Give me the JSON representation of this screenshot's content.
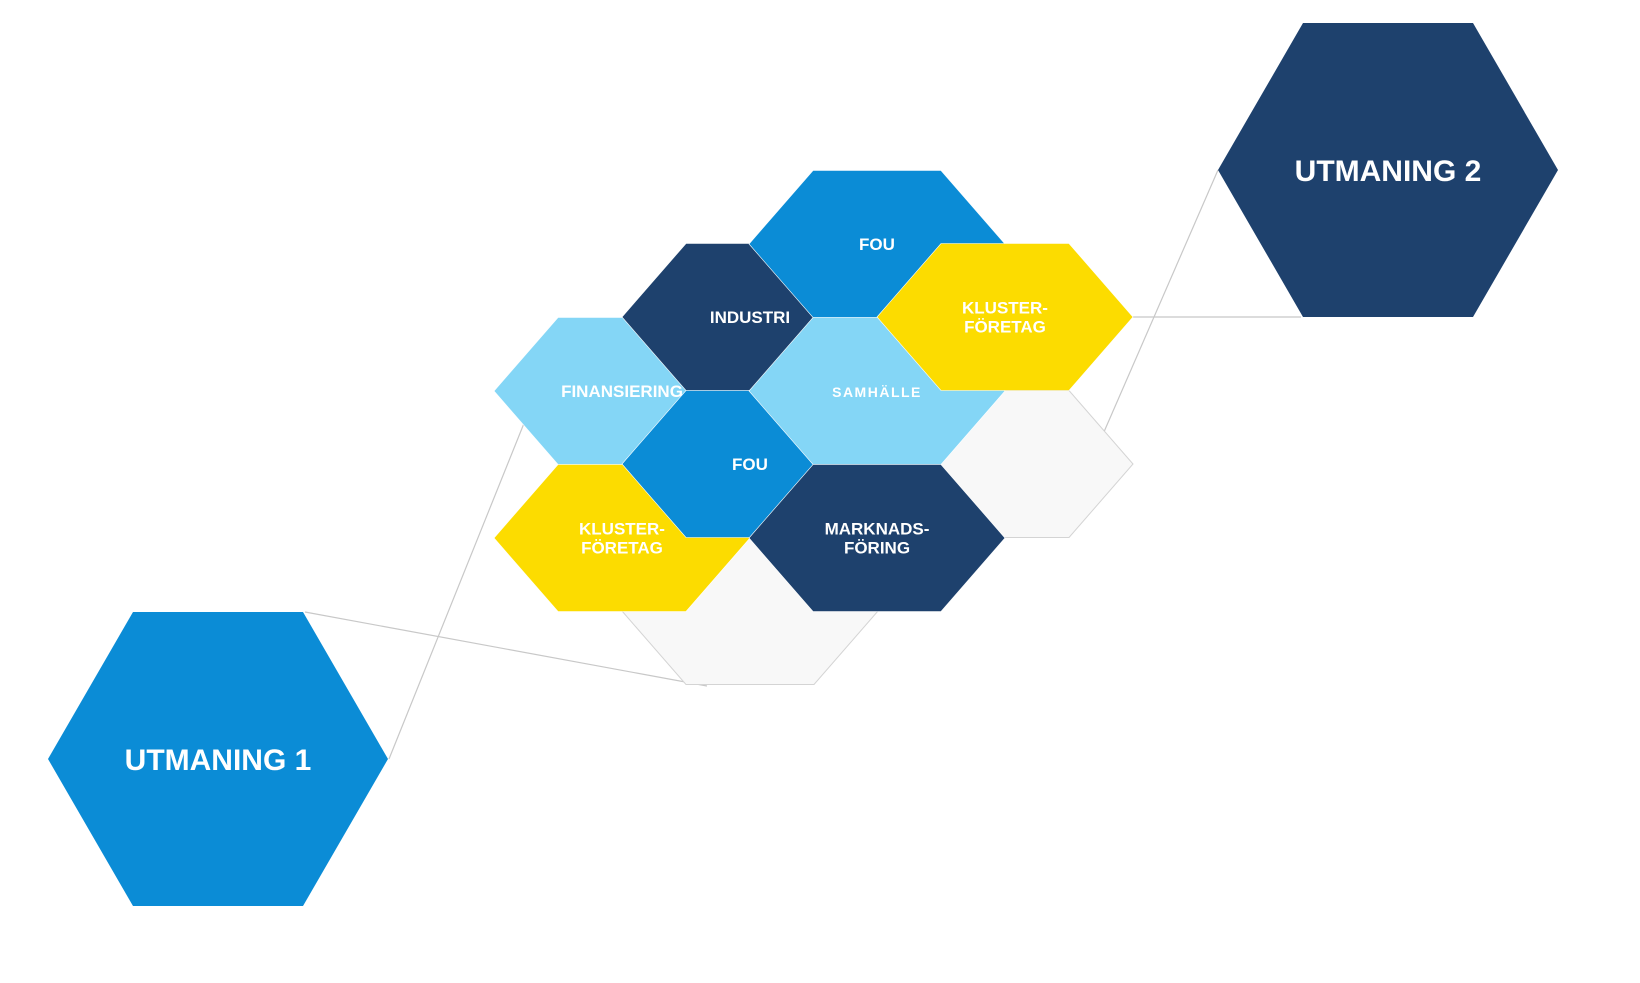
{
  "colors": {
    "blue": "#0b8cd6",
    "navy": "#1e416d",
    "light_blue": "#84d6f6",
    "yellow": "#fcdc00",
    "empty_fill": "#f8f8f8",
    "line": "#c8c8c8"
  },
  "challenges": {
    "first": {
      "label": "UTMANING 1",
      "color": "blue"
    },
    "second": {
      "label": "UTMANING 2",
      "color": "navy"
    }
  },
  "cells": [
    {
      "id": "fou-top",
      "lines": [
        "FOU"
      ],
      "color": "blue"
    },
    {
      "id": "industri",
      "lines": [
        "INDUSTRI"
      ],
      "color": "navy"
    },
    {
      "id": "kluster-top",
      "lines": [
        "KLUSTER-",
        "FÖRETAG"
      ],
      "color": "yellow"
    },
    {
      "id": "finansiering",
      "lines": [
        "FINANSIERING"
      ],
      "color": "light_blue"
    },
    {
      "id": "samhalle",
      "lines": [
        "SAMHÄLLE"
      ],
      "color": "light_blue"
    },
    {
      "id": "fou-mid",
      "lines": [
        "FOU"
      ],
      "color": "blue"
    },
    {
      "id": "kluster-bottom",
      "lines": [
        "KLUSTER-",
        "FÖRETAG"
      ],
      "color": "yellow"
    },
    {
      "id": "marknadsforing",
      "lines": [
        "MARKNADS-",
        "FÖRING"
      ],
      "color": "navy"
    },
    {
      "id": "empty-right",
      "lines": [],
      "color": "empty_fill"
    },
    {
      "id": "empty-bottom",
      "lines": [],
      "color": "empty_fill"
    }
  ]
}
